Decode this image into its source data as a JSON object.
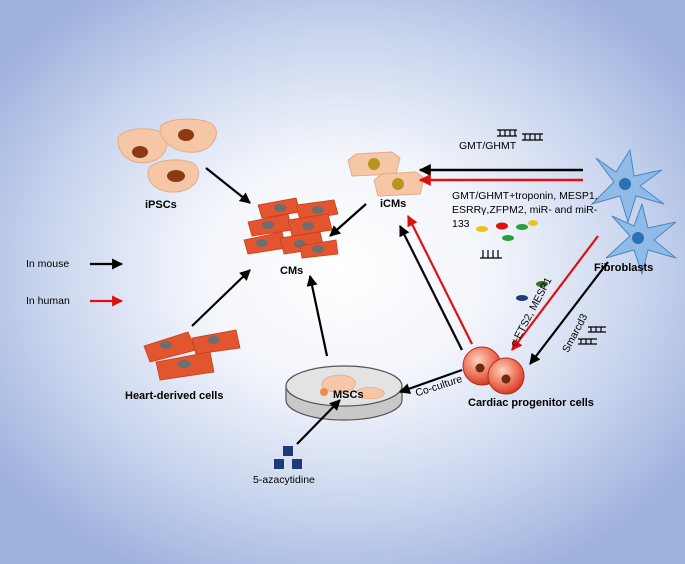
{
  "labels": {
    "ipscs": "iPSCs",
    "cms": "CMs",
    "icms": "iCMs",
    "heart_derived": "Heart-derived cells",
    "mscs": "MSCs",
    "azacytidine": "5-azacytidine",
    "fibroblasts": "Fibroblasts",
    "cardiac_progenitor": "Cardiac progenitor cells",
    "coculture": "Co-culture",
    "gmt_ghmt": "GMT/GHMT",
    "factors_line1": "GMT/GHMT+troponin, MESP1,",
    "factors_line2": "ESRRγ,ZFPM2,  miR-  and miR-",
    "factors_line3": "133",
    "cets2_mesp1": "c-ETS2, MESP1",
    "smarcd3": "Smarcd3"
  },
  "legend": {
    "mouse": "In  mouse",
    "human": "In  human"
  },
  "colors": {
    "mouse_arrow": "#000000",
    "human_arrow": "#e01010",
    "cardiomyocyte": "#e2552f",
    "cell_skin": "#f6c7a6",
    "fibroblast": "#5b9bd5"
  }
}
